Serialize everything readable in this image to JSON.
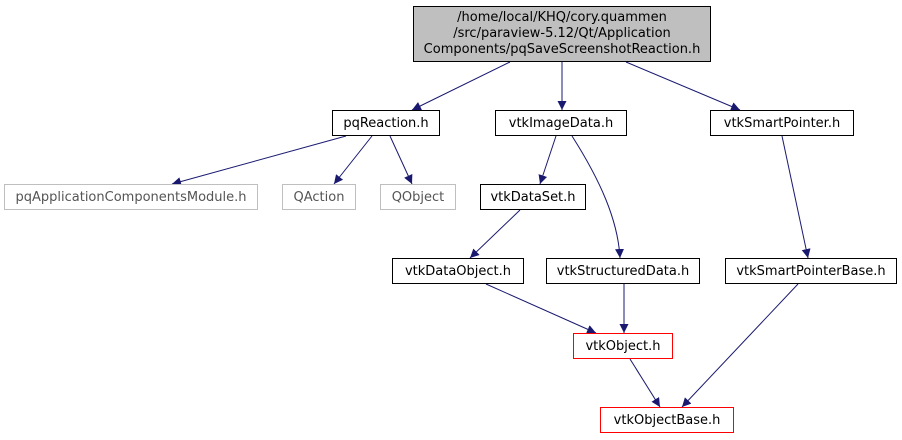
{
  "graph": {
    "root": {
      "line1": "/home/local/KHQ/cory.quammen",
      "line2": "/src/paraview-5.12/Qt/Application",
      "line3": "Components/pqSaveScreenshotReaction.h"
    },
    "nodes": {
      "pqReaction": "pqReaction.h",
      "vtkImageData": "vtkImageData.h",
      "vtkSmartPointer": "vtkSmartPointer.h",
      "pqApplicationComponentsModule": "pqApplicationComponentsModule.h",
      "QAction": "QAction",
      "QObject": "QObject",
      "vtkDataSet": "vtkDataSet.h",
      "vtkDataObject": "vtkDataObject.h",
      "vtkStructuredData": "vtkStructuredData.h",
      "vtkSmartPointerBase": "vtkSmartPointerBase.h",
      "vtkObject": "vtkObject.h",
      "vtkObjectBase": "vtkObjectBase.h"
    },
    "edges": [
      [
        "root",
        "pqReaction"
      ],
      [
        "root",
        "vtkImageData"
      ],
      [
        "root",
        "vtkSmartPointer"
      ],
      [
        "pqReaction",
        "pqApplicationComponentsModule"
      ],
      [
        "pqReaction",
        "QAction"
      ],
      [
        "pqReaction",
        "QObject"
      ],
      [
        "vtkImageData",
        "vtkDataSet"
      ],
      [
        "vtkImageData",
        "vtkStructuredData"
      ],
      [
        "vtkSmartPointer",
        "vtkSmartPointerBase"
      ],
      [
        "vtkDataSet",
        "vtkDataObject"
      ],
      [
        "vtkDataObject",
        "vtkObject"
      ],
      [
        "vtkStructuredData",
        "vtkObject"
      ],
      [
        "vtkObject",
        "vtkObjectBase"
      ],
      [
        "vtkSmartPointerBase",
        "vtkObjectBase"
      ]
    ],
    "colors": {
      "edge": "#191970",
      "root_fill": "#bfbfbf",
      "external_border": "#bfbfbf",
      "truncated_border": "#ff0000",
      "node_border": "#000000"
    }
  }
}
